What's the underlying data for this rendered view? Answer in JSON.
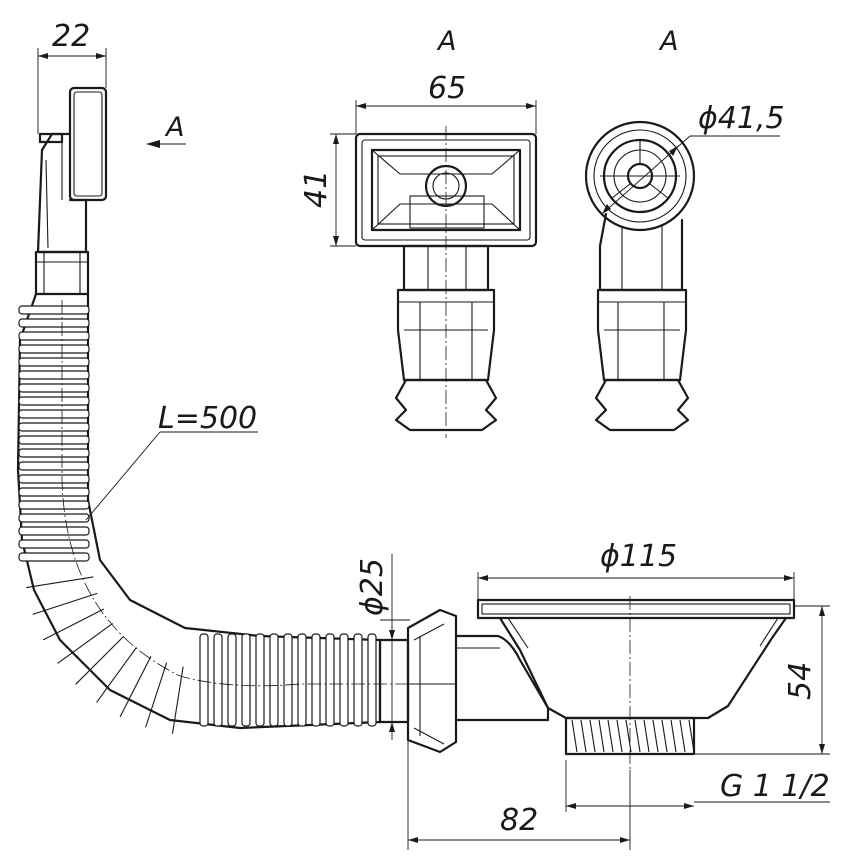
{
  "labels": {
    "width_top": "22",
    "section_marker": "A",
    "view_a_left": "A",
    "view_a_right": "A",
    "outlet_width": "65",
    "outlet_height": "41",
    "outlet_diameter": "ϕ41,5",
    "hose_length": "L=500",
    "hose_diameter": "ϕ25",
    "strainer_diameter": "ϕ115",
    "body_height": "54",
    "thread": "G 1 1/2",
    "outlet_offset": "82"
  }
}
